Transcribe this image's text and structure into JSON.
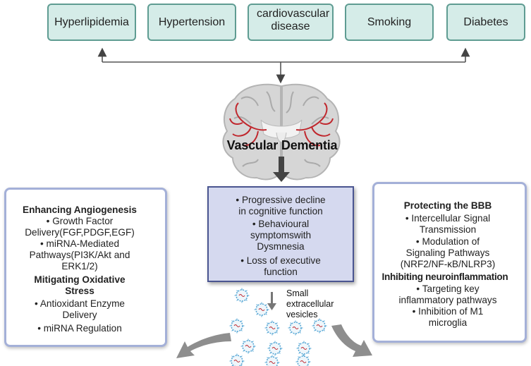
{
  "risk_factors": [
    "Hyperlipidemia",
    "Hypertension",
    "cardiovascular disease",
    "Smoking",
    "Diabetes"
  ],
  "center_label": "Vascular Dementia",
  "symptoms": {
    "lines": [
      "• Progressive decline",
      "in cognitive function",
      "• Behavioural",
      "symptomswith",
      "Dysmnesia",
      "• Loss of executive",
      "function"
    ]
  },
  "left_panel": {
    "heading1": "Enhancing Angiogenesis",
    "lines1": [
      "• Growth Factor",
      "Delivery(FGF,PDGF,EGF)",
      "• miRNA-Mediated",
      "Pathways(PI3K/Akt and",
      "ERK1/2)"
    ],
    "heading2a": "Mitigating Oxidative",
    "heading2b": "Stress",
    "lines2": [
      "• Antioxidant Enzyme",
      "Delivery",
      "• miRNA Regulation"
    ]
  },
  "right_panel": {
    "heading1": "Protecting the  BBB",
    "lines1": [
      "• Intercellular Signal",
      "Transmission",
      "• Modulation of",
      "Signaling Pathways",
      "(NRF2/NF-κB/NLRP3)"
    ],
    "heading2": "Inhibiting neuroinflammation",
    "lines2": [
      "• Targeting key",
      "inflammatory pathways",
      "• Inhibition of M1",
      "microglia"
    ]
  },
  "vesicle_label": [
    "Small",
    "extracellular",
    "vesicles"
  ],
  "colors": {
    "risk_fill": "#d5ece8",
    "risk_border": "#5f9c92",
    "panel_border": "#a4b0d8",
    "center_fill": "#d5d9ef",
    "center_border": "#4a5590",
    "brain_fill": "#d9d9d9",
    "vessel": "#c0272d",
    "vesicle": "#5aa9d6"
  }
}
